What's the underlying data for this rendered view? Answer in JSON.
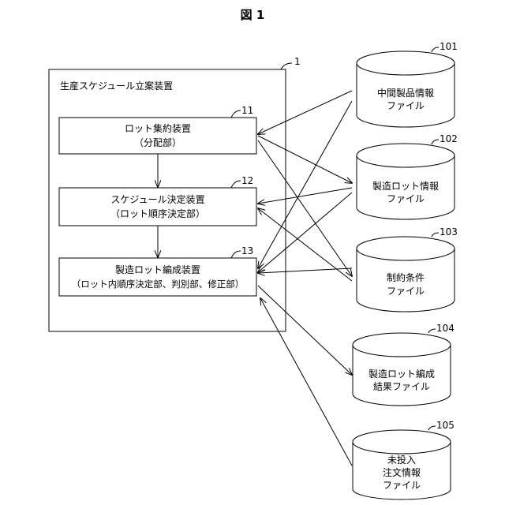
{
  "figure": {
    "title": "図 1"
  },
  "apparatus": {
    "ref": "1",
    "label": "生産スケジュール立案装置"
  },
  "units": [
    {
      "ref": "11",
      "lines": [
        "ロット集約装置",
        "（分配部）"
      ]
    },
    {
      "ref": "12",
      "lines": [
        "スケジュール決定装置",
        "（ロット順序決定部）"
      ]
    },
    {
      "ref": "13",
      "lines": [
        "製造ロット編成装置",
        "（ロット内順序決定部、判別部、修正部）"
      ]
    }
  ],
  "files": [
    {
      "ref": "101",
      "lines": [
        "中間製品情報",
        "ファイル"
      ]
    },
    {
      "ref": "102",
      "lines": [
        "製造ロット情報",
        "ファイル"
      ]
    },
    {
      "ref": "103",
      "lines": [
        "制約条件",
        "ファイル"
      ]
    },
    {
      "ref": "104",
      "lines": [
        "製造ロット編成",
        "結果ファイル"
      ]
    },
    {
      "ref": "105",
      "lines": [
        "未投入",
        "注文情報",
        "ファイル"
      ]
    }
  ]
}
